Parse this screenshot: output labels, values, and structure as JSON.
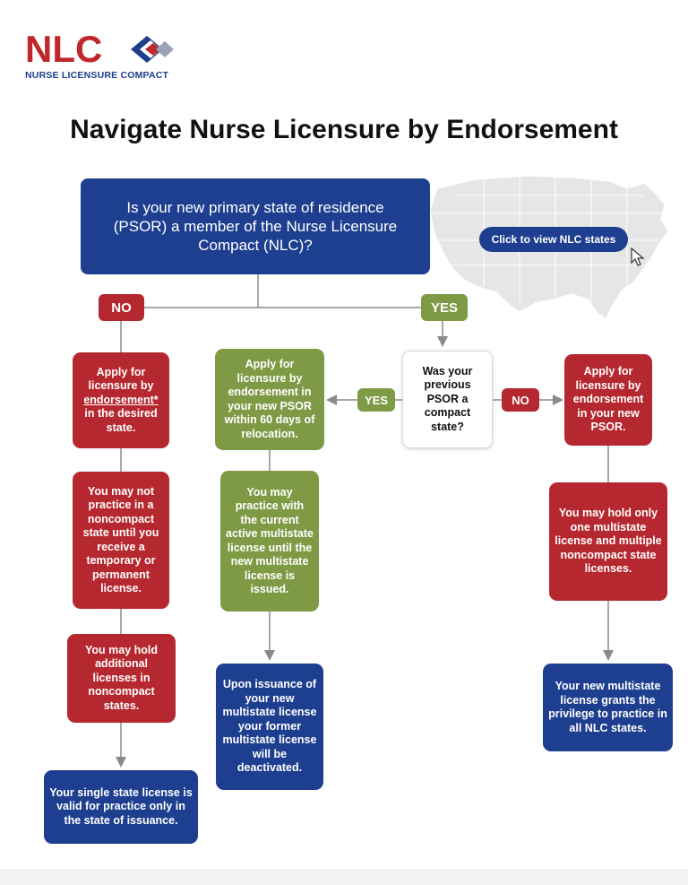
{
  "header": {
    "logo_letters": "NLC",
    "logo_subtitle": "NURSE LICENSURE COMPACT"
  },
  "title": "Navigate Nurse Licensure by Endorsement",
  "question": "Is your new primary state of residence (PSOR) a member of the Nurse Licensure Compact (NLC)?",
  "map_button": "Click to view NLC states",
  "labels": {
    "no_main": "NO",
    "yes_main": "YES",
    "yes_side": "YES",
    "no_side": "NO"
  },
  "left_column": {
    "apply_pre": "Apply for licensure by",
    "apply_bold": "endorsement*",
    "apply_post": "in the desired state.",
    "may_not_practice": "You may not practice in a noncompact state until you receive a temporary or permanent license.",
    "may_hold_additional": "You may hold additional licenses in noncompact states.",
    "single_state": "Your single state license is valid for practice only in the state of issuance."
  },
  "middle_column": {
    "apply_psor": "Apply for licensure by endorsement in your new PSOR within 60 days of relocation.",
    "may_practice": "You may practice with the current active multistate license until the new multistate license is issued.",
    "upon_issuance": "Upon issuance of your new multistate license your former multistate license will be deactivated."
  },
  "center_question": "Was your previous PSOR a compact state?",
  "right_column": {
    "apply_psor": "Apply for licensure by endorsement in your new PSOR.",
    "may_hold_one": "You may hold only one multistate license and multiple noncompact state licenses.",
    "grants": "Your new multistate license grants the privilege to practice in all NLC states."
  },
  "colors": {
    "red": "#b6282f",
    "green": "#7f9a45",
    "blue": "#1e3f8f"
  }
}
